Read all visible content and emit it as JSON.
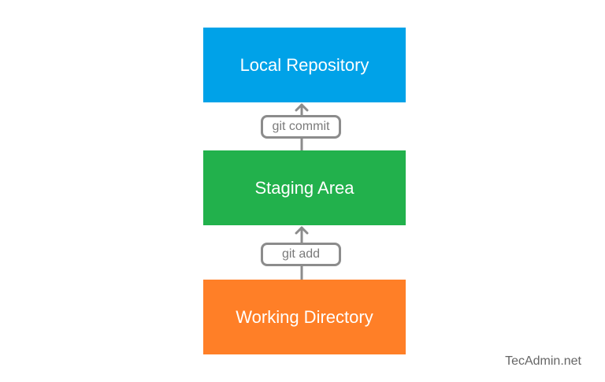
{
  "diagram": {
    "boxes": {
      "local_repository": "Local Repository",
      "staging_area": "Staging Area",
      "working_directory": "Working Directory"
    },
    "commands": {
      "commit": "git commit",
      "add": "git add"
    },
    "colors": {
      "local_repository": "#00a2e8",
      "staging_area": "#22b14c",
      "working_directory": "#ff7f27",
      "connector": "#8c8c8c"
    }
  },
  "watermark": "TecAdmin.net"
}
